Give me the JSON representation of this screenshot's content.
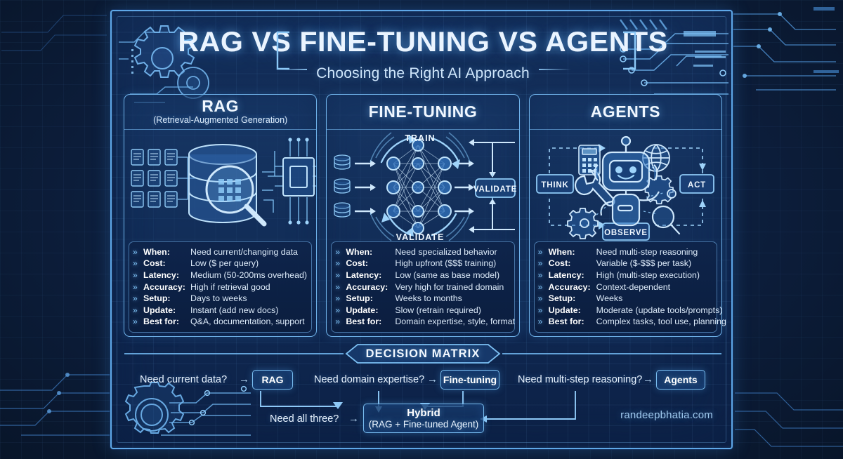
{
  "header": {
    "title": "RAG VS FINE-TUNING VS AGENTS",
    "subtitle": "Choosing the Right AI Approach"
  },
  "columns": [
    {
      "title": "RAG",
      "subtitle": "(Retrieval-Augmented Generation)",
      "art_labels": [],
      "specs": [
        {
          "key": "When:",
          "value": "Need current/changing data"
        },
        {
          "key": "Cost:",
          "value": "Low ($ per query)"
        },
        {
          "key": "Latency:",
          "value": "Medium (50-200ms overhead)"
        },
        {
          "key": "Accuracy:",
          "value": "High if retrieval good"
        },
        {
          "key": "Setup:",
          "value": "Days to weeks"
        },
        {
          "key": "Update:",
          "value": "Instant (add new docs)"
        },
        {
          "key": "Best for:",
          "value": "Q&A, documentation, support"
        }
      ]
    },
    {
      "title": "FINE-TUNING",
      "subtitle": "",
      "art_labels": [
        "TRAIN",
        "VALIDATE",
        "VALIDATE"
      ],
      "specs": [
        {
          "key": "When:",
          "value": "Need specialized behavior"
        },
        {
          "key": "Cost:",
          "value": "High upfront ($$$ training)"
        },
        {
          "key": "Latency:",
          "value": "Low (same as base model)"
        },
        {
          "key": "Accuracy:",
          "value": "Very high for trained domain"
        },
        {
          "key": "Setup:",
          "value": "Weeks to months"
        },
        {
          "key": "Update:",
          "value": "Slow (retrain required)"
        },
        {
          "key": "Best for:",
          "value": "Domain expertise, style, format"
        }
      ]
    },
    {
      "title": "AGENTS",
      "subtitle": "",
      "art_labels": [
        "THINK",
        "ACT",
        "OBSERVE"
      ],
      "specs": [
        {
          "key": "When:",
          "value": "Need multi-step reasoning"
        },
        {
          "key": "Cost:",
          "value": "Variable ($-$$$ per task)"
        },
        {
          "key": "Latency:",
          "value": "High (multi-step execution)"
        },
        {
          "key": "Accuracy:",
          "value": "Context-dependent"
        },
        {
          "key": "Setup:",
          "value": "Weeks"
        },
        {
          "key": "Update:",
          "value": "Moderate (update tools/prompts)"
        },
        {
          "key": "Best for:",
          "value": "Complex tasks, tool use, planning"
        }
      ]
    }
  ],
  "decision_matrix": {
    "banner": "DECISION MATRIX",
    "rows": [
      {
        "question": "Need current data?",
        "result": "RAG"
      },
      {
        "question": "Need domain expertise?",
        "result": "Fine-tuning"
      },
      {
        "question": "Need multi-step reasoning?",
        "result": "Agents"
      }
    ],
    "final": {
      "question": "Need all three?",
      "result_line1": "Hybrid",
      "result_line2": "(RAG + Fine-tuned Agent)"
    },
    "arrow_glyph": "→"
  },
  "watermark": "randeepbhatia.com",
  "colors": {
    "background": "#0c1d3a",
    "board": "#112a53",
    "accent_line": "#5fa8e8",
    "text_primary": "#eaf4ff",
    "text_secondary": "#cfe6fb",
    "chevron": "#7fc2f5"
  }
}
